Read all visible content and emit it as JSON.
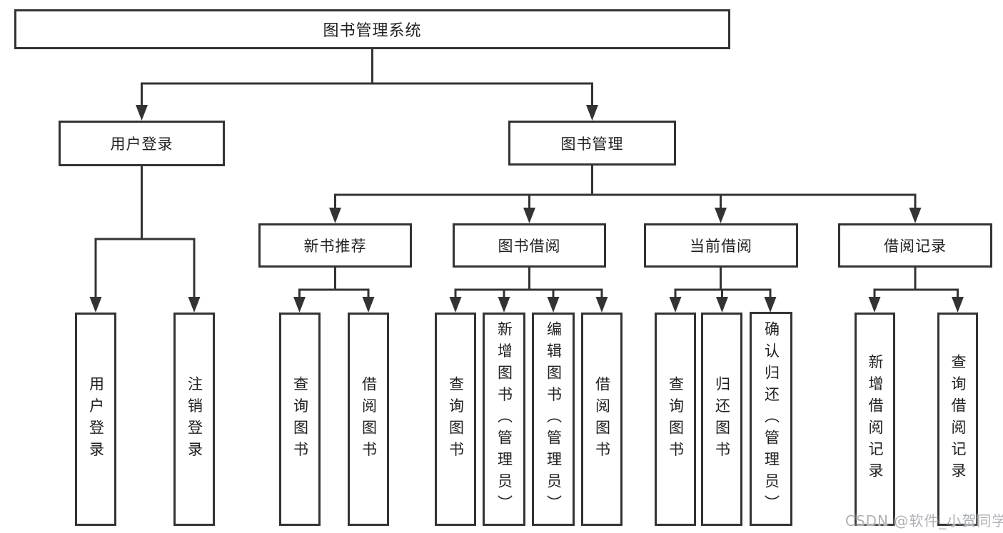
{
  "tree": {
    "label": "图书管理系统",
    "children": [
      {
        "label": "用户登录",
        "children": [
          {
            "label": "用户登录"
          },
          {
            "label": "注销登录"
          }
        ]
      },
      {
        "label": "图书管理",
        "children": [
          {
            "label": "新书推荐",
            "children": [
              {
                "label": "查询图书"
              },
              {
                "label": "借阅图书"
              }
            ]
          },
          {
            "label": "图书借阅",
            "children": [
              {
                "label": "查询图书"
              },
              {
                "label": "新增图书（管理员）"
              },
              {
                "label": "编辑图书（管理员）"
              },
              {
                "label": "借阅图书"
              }
            ]
          },
          {
            "label": "当前借阅",
            "children": [
              {
                "label": "查询图书"
              },
              {
                "label": "归还图书"
              },
              {
                "label": "确认归还（管理员）"
              }
            ]
          },
          {
            "label": "借阅记录",
            "children": [
              {
                "label": "新增借阅记录"
              },
              {
                "label": "查询借阅记录"
              }
            ]
          }
        ]
      }
    ]
  },
  "watermark": "CSDN @软件_小贺同学",
  "colors": {
    "line": "#333333",
    "text": "#212121",
    "box_bg": "#ffffff",
    "watermark": "#aeb1b5"
  }
}
